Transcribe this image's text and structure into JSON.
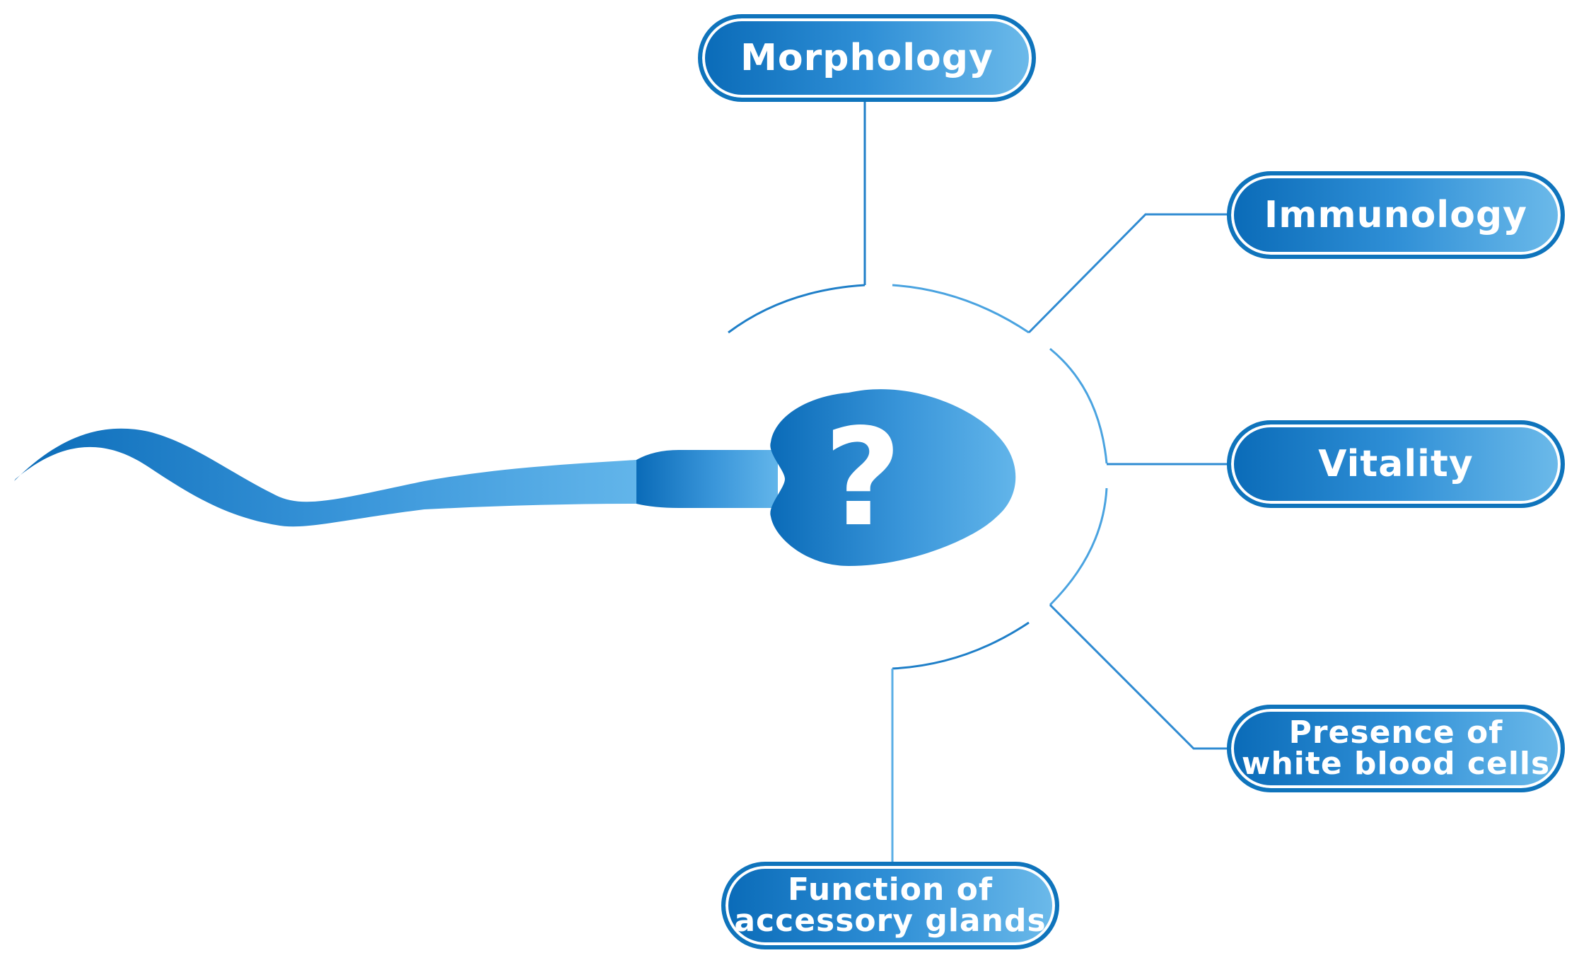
{
  "center_symbol": "?",
  "nodes": {
    "morphology": "Morphology",
    "immunology": "Immunology",
    "vitality": "Vitality",
    "white_blood_cells": "Presence of\nwhite blood cells",
    "accessory_glands": "Function of\naccessory glands"
  },
  "colors": {
    "dark_blue": "#0a6bb8",
    "mid_blue": "#2f8fd6",
    "light_blue": "#6cbaea",
    "line_blue": "#3a8fd0"
  }
}
